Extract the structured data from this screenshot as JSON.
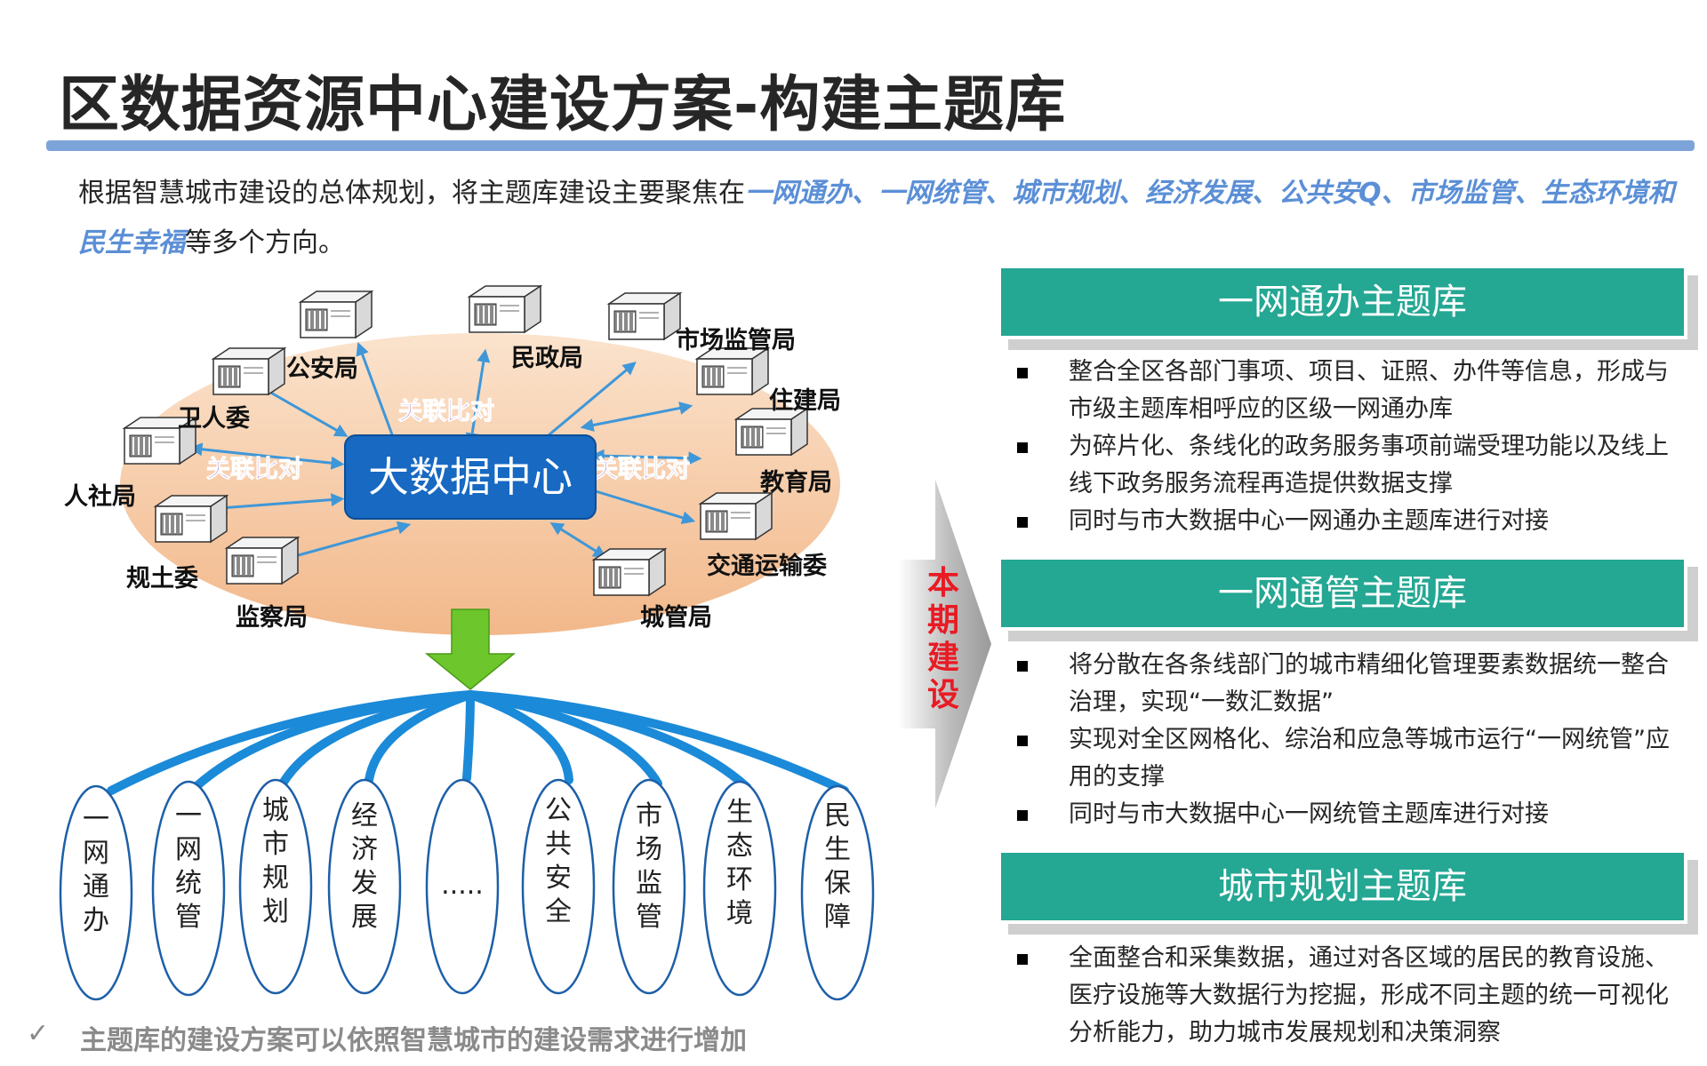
{
  "header": {
    "title": "区数据资源中心建设方案-构建主题库"
  },
  "intro": {
    "text_before": "根据智慧城市建设的总体规划，将主题库建设主要聚焦在",
    "highlight": "一网通办、一网统管、城市规划、经济发展、公共安Q、市场监管、生态环境和民生幸福",
    "text_after": "等多个方向。"
  },
  "diagram": {
    "center_label": "大数据中心",
    "relation_label": "关联比对",
    "departments": [
      "公安局",
      "民政局",
      "市场监管局",
      "住建局",
      "教育局",
      "交通运输委",
      "城管局",
      "监察局",
      "规土委",
      "人社局",
      "卫人委"
    ],
    "themes": [
      {
        "chars": [
          "一",
          "网",
          "通",
          "办"
        ]
      },
      {
        "chars": [
          "一",
          "网",
          "统",
          "管"
        ]
      },
      {
        "chars": [
          "城",
          "市",
          "规",
          "划"
        ]
      },
      {
        "chars": [
          "经",
          "济",
          "发",
          "展"
        ]
      },
      {
        "chars": [
          "....."
        ]
      },
      {
        "chars": [
          "公",
          "共",
          "安",
          "全"
        ]
      },
      {
        "chars": [
          "市",
          "场",
          "监",
          "管"
        ]
      },
      {
        "chars": [
          "生",
          "态",
          "环",
          "境"
        ]
      },
      {
        "chars": [
          "民",
          "生",
          "保",
          "障"
        ]
      }
    ],
    "colors": {
      "ellipse": "#f7d2b0",
      "center_box": "#1769c2",
      "arrows": "#3f97d8",
      "relation_text": "#7a3aa6",
      "down_arrow": "#6cc62c",
      "fan_lines": "#1b8ad8",
      "theme_oval_stroke": "#1d5fa8"
    }
  },
  "phase_label": {
    "chars": [
      "本",
      "期",
      "建",
      "设"
    ]
  },
  "panels": [
    {
      "title": "一网通办主题库",
      "bullets": [
        "整合全区各部门事项、项目、证照、办件等信息，形成与市级主题库相呼应的区级一网通办库",
        "为碎片化、条线化的政务服务事项前端受理功能以及线上线下政务服务流程再造提供数据支撑",
        "同时与市大数据中心一网通办主题库进行对接"
      ]
    },
    {
      "title": "一网通管主题库",
      "bullets": [
        "将分散在各条线部门的城市精细化管理要素数据统一整合治理，实现“一数汇数据”",
        "实现对全区网格化、综治和应急等城市运行“一网统管”应用的支撑",
        "同时与市大数据中心一网统管主题库进行对接"
      ]
    },
    {
      "title": "城市规划主题库",
      "bullets": [
        "全面整合和采集数据，通过对各区域的居民的教育设施、医疗设施等大数据行为挖掘，形成不同主题的统一可视化分析能力，助力城市发展规划和决策洞察"
      ]
    }
  ],
  "footer": {
    "check_icon": "✓",
    "note": "主题库的建设方案可以依照智慧城市的建设需求进行增加"
  }
}
